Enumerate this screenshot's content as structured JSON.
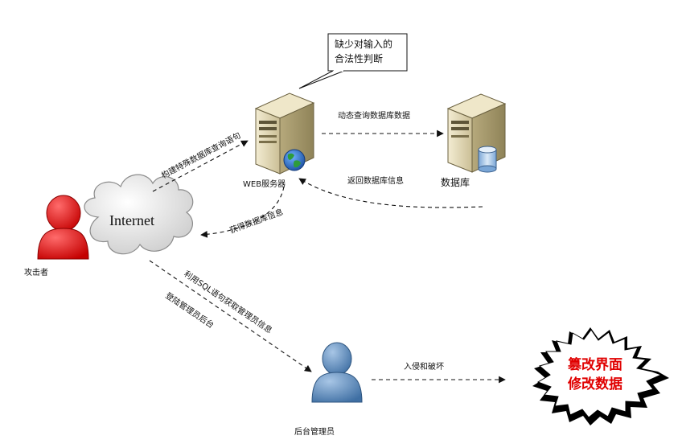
{
  "nodes": {
    "callout": {
      "line1": "缺少对输入的",
      "line2": "合法性判断"
    },
    "web_server": {
      "label": "WEB服务器"
    },
    "database": {
      "label": "数据库"
    },
    "attacker": {
      "label": "攻击者"
    },
    "internet": {
      "label": "Internet"
    },
    "admin": {
      "label": "后台管理员"
    },
    "burst": {
      "line1": "篡改界面",
      "line2": "修改数据"
    }
  },
  "edges": {
    "build_query": "构建特殊数据库查询语句",
    "dynamic_query": "动态查询数据库数据",
    "return_info": "返回数据库信息",
    "get_info": "获得数据库信息",
    "sql_admin": "利用SQL语句获取管理员信息",
    "login_admin": "登陆管理员后台",
    "invade": "入侵和破坏"
  },
  "colors": {
    "attacker": "#e00000",
    "admin": "#5b87b8",
    "burst_text": "#e00000",
    "server_body": "#d8cfb0"
  }
}
